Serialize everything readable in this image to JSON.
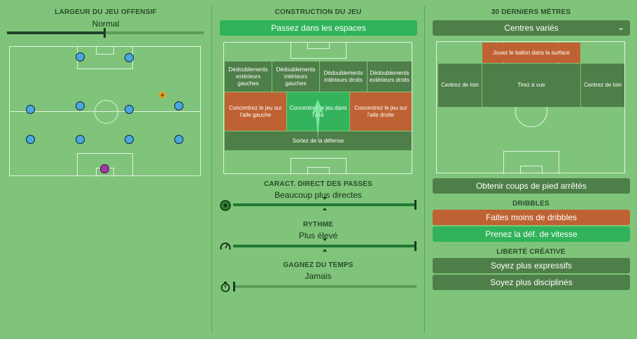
{
  "left": {
    "width_title": "LARGEUR DU JEU OFFENSIF",
    "width_value": "Normal",
    "width_level": 0.5
  },
  "middle": {
    "build_title": "CONSTRUCTION DU JEU",
    "build_button": "Passez dans les espaces",
    "zones": {
      "z1": "Dédoublements extérieurs gauches",
      "z2": "Dédoublements intérieurs gauches",
      "z3": "Dédoublements intérieurs droits",
      "z4": "Dédoublements extérieurs droits",
      "z5": "Concentrez le jeu sur l'aile gauche",
      "z6": "Concentrez le jeu dans l'axe",
      "z7": "Concentrez le jeu sur l'aile droite",
      "z8": "Sortez de la défense"
    },
    "passing_title": "CARACT. DIRECT DES PASSES",
    "passing_value": "Beaucoup plus directes",
    "passing_level": 1.0,
    "tempo_title": "RYTHME",
    "tempo_value": "Plus élevé",
    "tempo_level": 1.0,
    "time_title": "GAGNEZ DU TEMPS",
    "time_value": "Jamais",
    "time_level": 0.0
  },
  "right": {
    "final_title": "30 DERNIERS MÈTRES",
    "crossing_select": "Centres variés",
    "zones": {
      "top": "Jouez le ballon dans la surface",
      "left": "Centrez de loin",
      "center": "Tirez à vue",
      "right": "Centrez de loin"
    },
    "set_pieces": "Obtenir coups de pied arrêtés",
    "dribbling_title": "DRIBBLES",
    "dribble_less": "Faites moins de dribbles",
    "run_at_defence": "Prenez la déf. de vitesse",
    "creative_title": "LIBERTÉ CRÉATIVE",
    "be_expressive": "Soyez plus expressifs",
    "be_disciplined": "Soyez plus disciplinés"
  },
  "colors": {
    "background": "#7fc47a",
    "green_button": "#30b35a",
    "dark_button": "#4e7f48",
    "orange_button": "#bf6233",
    "player": "#4aa7e0",
    "keeper": "#a23ba6"
  },
  "icons": [
    "ball-icon",
    "gauge-icon",
    "stopwatch-icon",
    "chevron-down-icon",
    "plus-marker-icon"
  ]
}
